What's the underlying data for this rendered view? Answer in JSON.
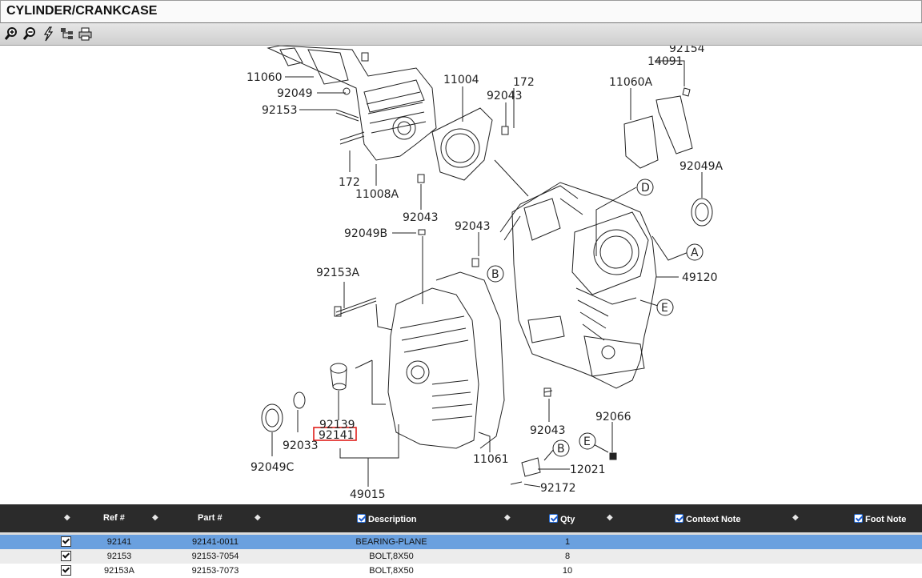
{
  "window": {
    "title": "CYLINDER/CRANKCASE"
  },
  "toolbar": {
    "tools": [
      "zoom-in-icon",
      "zoom-out-icon",
      "flash-icon",
      "tree-icon",
      "print-icon"
    ]
  },
  "diagram": {
    "labels": {
      "l11060": "11060",
      "l92049": "92049",
      "l92153": "92153",
      "l172a": "172",
      "l11008A": "11008A",
      "l11004": "11004",
      "l172b": "172",
      "l92043a": "92043",
      "l11060A": "11060A",
      "l92154": "92154",
      "l14091": "14091",
      "l92049A": "92049A",
      "l92043b": "92043",
      "l92043c": "92043",
      "l92049B": "92049B",
      "l92153A": "92153A",
      "lD": "D",
      "lA": "A",
      "l49120": "49120",
      "lB1": "B",
      "lE1": "E",
      "l92139": "92139",
      "l92141": "92141",
      "l92033": "92033",
      "l92049C": "92049C",
      "l49015": "49015",
      "l11061": "11061",
      "l92043d": "92043",
      "l92066": "92066",
      "lB2": "B",
      "lE2": "E",
      "l12021": "12021",
      "l92172": "92172"
    }
  },
  "grid": {
    "columns": {
      "ref": "Ref #",
      "part": "Part #",
      "description": "Description",
      "qty": "Qty",
      "context_note": "Context Note",
      "foot_note": "Foot Note"
    },
    "rows": [
      {
        "ref": "92141",
        "part": "92141-0011",
        "description": "BEARING-PLANE",
        "qty": "1",
        "selected": true
      },
      {
        "ref": "92153",
        "part": "92153-7054",
        "description": "BOLT,8X50",
        "qty": "8",
        "selected": false
      },
      {
        "ref": "92153A",
        "part": "92153-7073",
        "description": "BOLT,8X50",
        "qty": "10",
        "selected": false
      }
    ]
  },
  "colors": {
    "selected_row": "#6aa0df",
    "header_bg": "#2b2b2b",
    "highlight_box": "#e0201c"
  }
}
